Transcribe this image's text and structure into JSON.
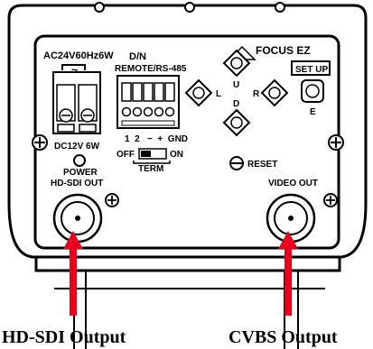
{
  "power": {
    "rating_label": "AC24V60Hz6W",
    "symbol": "~",
    "minus": "−",
    "plus": "+",
    "dc_label": "DC12V 6W",
    "indicator_label": "POWER"
  },
  "rs485": {
    "title_line1": "D/N",
    "title_line2": "REMOTE/RS-485",
    "pins_label": "1  2   −  +  GND",
    "term_off": "OFF",
    "term_on": "ON",
    "term_label": "TERM"
  },
  "focus": {
    "title": "FOCUS EZ",
    "up": "U",
    "down": "D",
    "left": "L",
    "right": "R"
  },
  "setup": {
    "button_label": "SET UP",
    "enter": "E"
  },
  "reset_label": "RESET",
  "hdsdi": {
    "port_label": "HD-SDI OUT",
    "callout": "HD-SDI Output",
    "callout_color": "#e8001c"
  },
  "video": {
    "port_label": "VIDEO OUT",
    "callout": "CVBS Output",
    "callout_color": "#e8001c"
  }
}
